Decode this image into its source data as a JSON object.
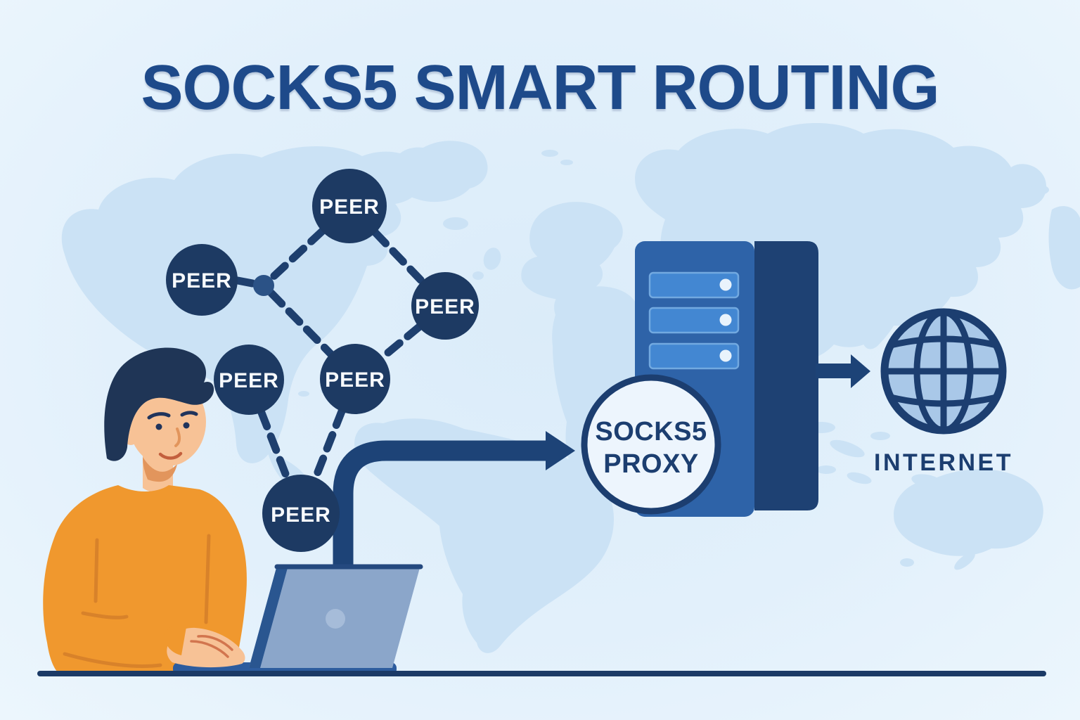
{
  "title": "SOCKS5 SMART ROUTING",
  "network": {
    "peers": [
      "PEER",
      "PEER",
      "PEER",
      "PEER",
      "PEER",
      "PEER"
    ]
  },
  "proxy": {
    "line1": "SOCKS5",
    "line2": "PROXY"
  },
  "internet": {
    "label": "INTERNET"
  },
  "colors": {
    "background": "#e2f0fb",
    "map": "#cbe2f5",
    "node_navy": "#1d3a63",
    "title_blue": "#1e4a8a",
    "arrow_blue": "#1d4377",
    "server_front": "#2e63a8",
    "server_side": "#1e4173",
    "server_slot": "#4387d2",
    "proxy_badge_fill": "#edf5fd",
    "globe_fill": "#a9c8e8",
    "sweater_orange": "#f0982e",
    "skin": "#f7c296",
    "desk_line": "#1b3a66"
  }
}
